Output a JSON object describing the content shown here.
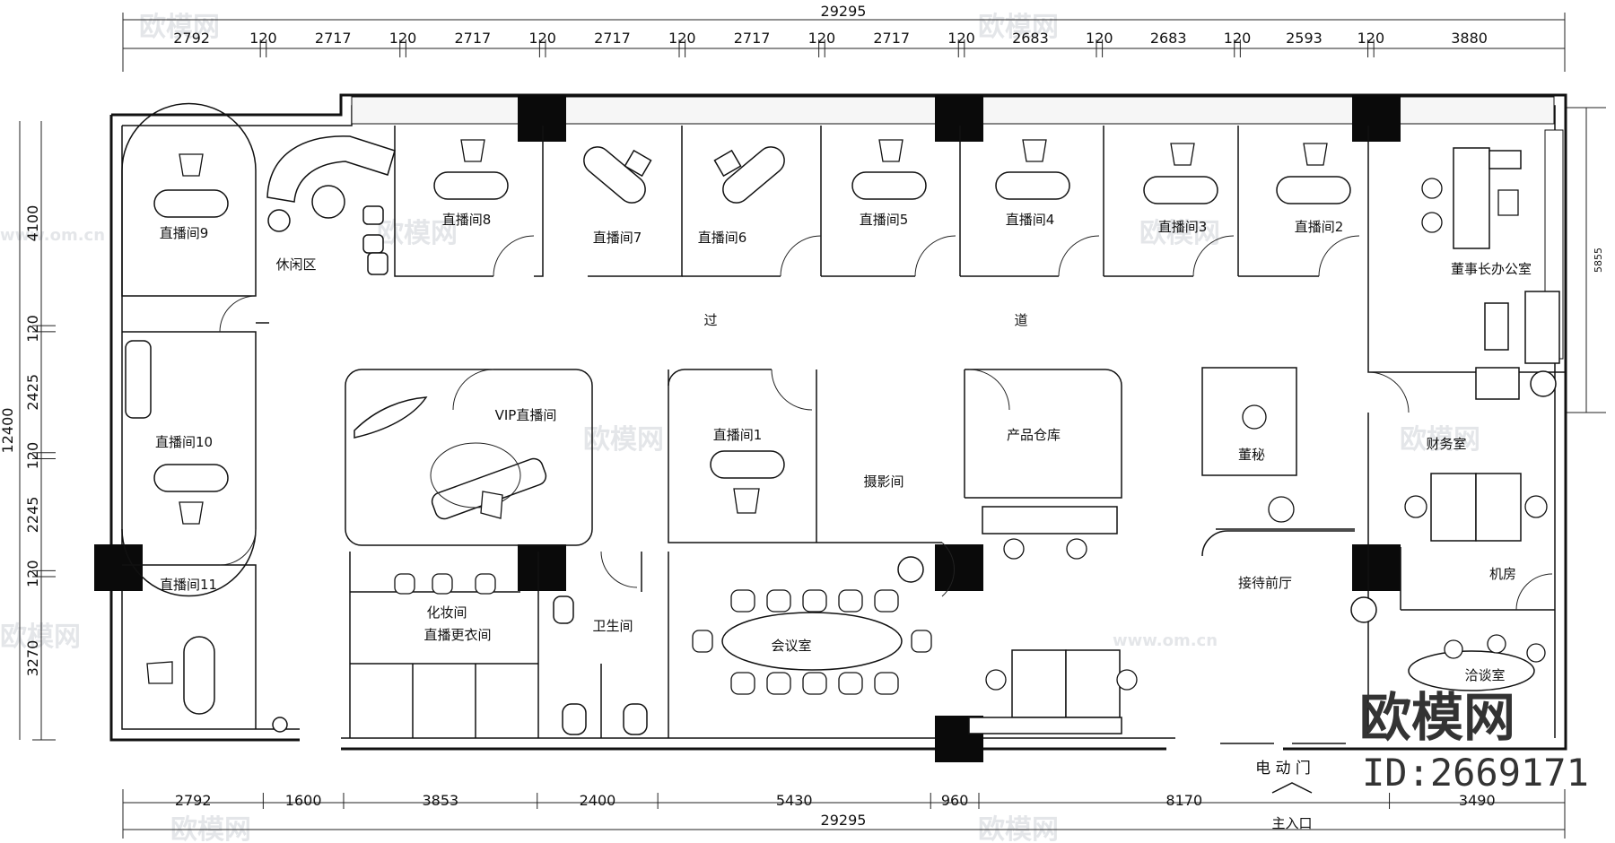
{
  "dimensions": {
    "overall": "29295",
    "top_segments": [
      "2792",
      "120",
      "2717",
      "120",
      "2717",
      "120",
      "2717",
      "120",
      "2717",
      "120",
      "2717",
      "120",
      "2683",
      "120",
      "2683",
      "120",
      "2593",
      "120",
      "3880"
    ],
    "bottom_segments": [
      "2792",
      "1600",
      "3853",
      "2400",
      "5430",
      "960",
      "8170",
      "3490"
    ],
    "left_segments": [
      "4100",
      "120",
      "2425",
      "120",
      "2245",
      "120",
      "3270"
    ],
    "left_total": "12400",
    "right_segment": "5855"
  },
  "rooms": {
    "live9": "直播间9",
    "live10": "直播间10",
    "live11": "直播间11",
    "lounge": "休闲区",
    "live8": "直播间8",
    "live7": "直播间7",
    "live6": "直播间6",
    "live5": "直播间5",
    "live4": "直播间4",
    "live3": "直播间3",
    "live2": "直播间2",
    "chairman": "董事长办公室",
    "corridor_a": "过",
    "corridor_b": "道",
    "vip": "VIP直播间",
    "live1": "直播间1",
    "photo": "摄影间",
    "storage": "产品仓库",
    "secretary": "董秘",
    "finance": "财务室",
    "reception": "接待前厅",
    "server": "机房",
    "negotiation": "洽谈室",
    "makeup": "化妆间",
    "changing": "直播更衣间",
    "toilet": "卫生间",
    "meeting": "会议室"
  },
  "labels": {
    "auto_door": "电 动 门",
    "main_entrance": "主入口"
  },
  "branding": {
    "watermark_text": "欧模网",
    "watermark_url": "www.om.cn",
    "logo": "欧模网",
    "id": "ID:2669171"
  },
  "colors": {
    "wall": "#111111",
    "column": "#0a0a0a",
    "watermark": "#cfd3d8"
  }
}
